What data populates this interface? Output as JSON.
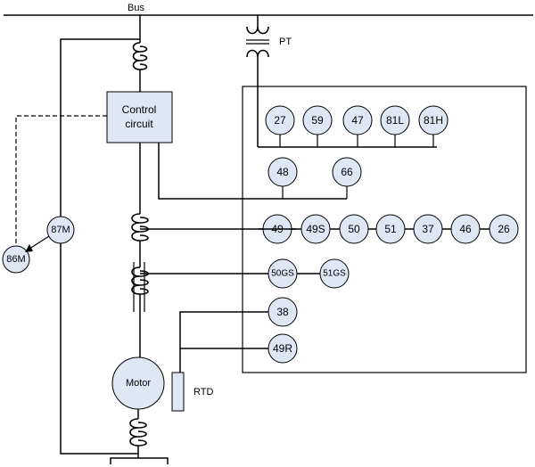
{
  "labels": {
    "bus": "Bus",
    "pt": "PT",
    "control_line1": "Control",
    "control_line2": "circuit",
    "motor": "Motor",
    "rtd": "RTD"
  },
  "relays": {
    "r27": "27",
    "r59": "59",
    "r47": "47",
    "r81l": "81L",
    "r81h": "81H",
    "r48": "48",
    "r66": "66",
    "r49": "49",
    "r49s": "49S",
    "r50": "50",
    "r51": "51",
    "r37": "37",
    "r46": "46",
    "r26": "26",
    "r50gs": "50GS",
    "r51gs": "51GS",
    "r38": "38",
    "r49r": "49R",
    "r87m": "87M",
    "r86m": "86M"
  }
}
